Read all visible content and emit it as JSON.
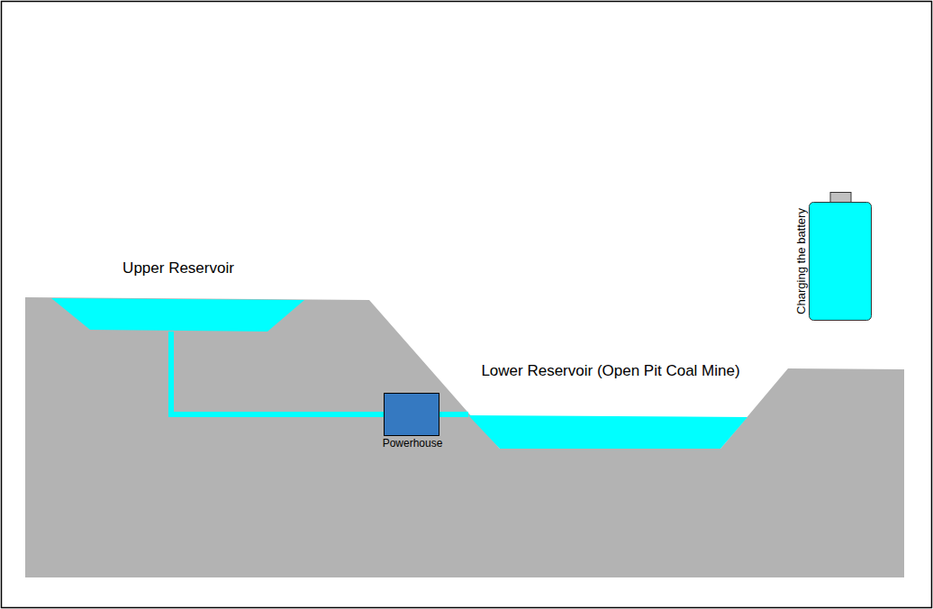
{
  "diagram": {
    "nodes": [
      {
        "text": [
          "Upper Reservoir"
        ]
      },
      {
        "text": [
          "Powerhouse"
        ]
      },
      {
        "text": [
          "Lower Reservoir (Open Pit Coal Mine)"
        ]
      },
      {
        "text": [
          "Charging the battery"
        ]
      }
    ],
    "edges": [
      {
        "from": 0,
        "to": 1,
        "arrow": "none"
      },
      {
        "from": 1,
        "to": 2,
        "arrow": "none"
      }
    ]
  }
}
